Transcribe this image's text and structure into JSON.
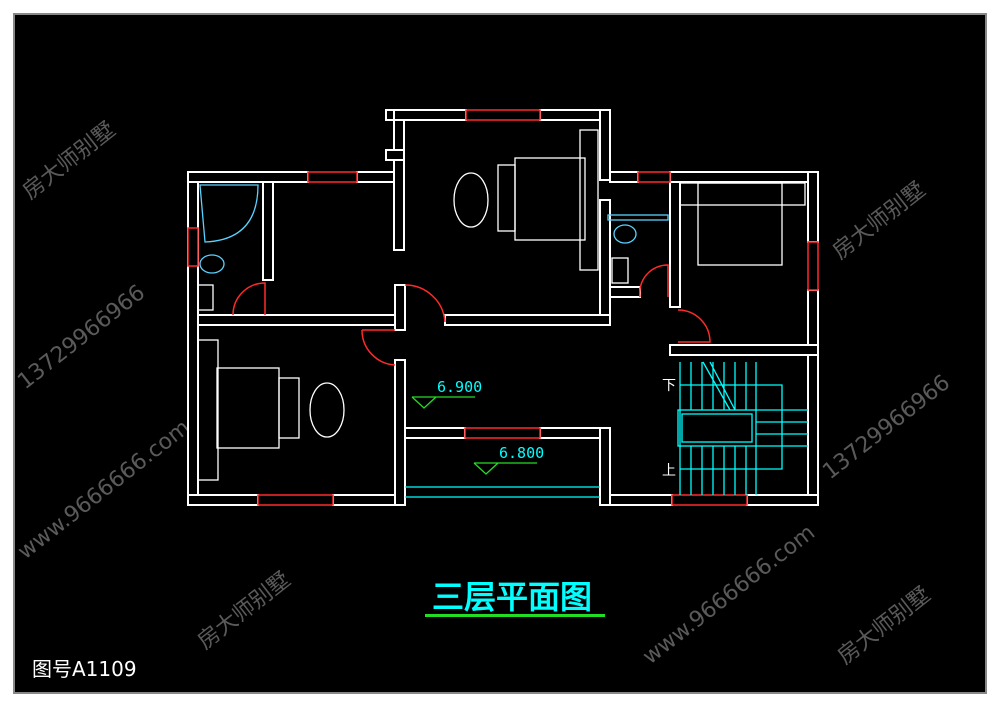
{
  "drawing": {
    "title": "三层平面图",
    "drawing_number": "图号A1109",
    "levels": [
      "6.900",
      "6.800"
    ],
    "stair_labels": {
      "down": "下",
      "up": "上"
    }
  },
  "watermarks": [
    "房大师别墅",
    "13729966966",
    "www.9666666.com"
  ],
  "colors": {
    "background": "#000000",
    "wall": "#ffffff",
    "window": "#ff2a2a",
    "stair": "#00ffff",
    "level_mark": "#22dd22",
    "title": "#00ffff",
    "title_underline": "#22dd22"
  }
}
